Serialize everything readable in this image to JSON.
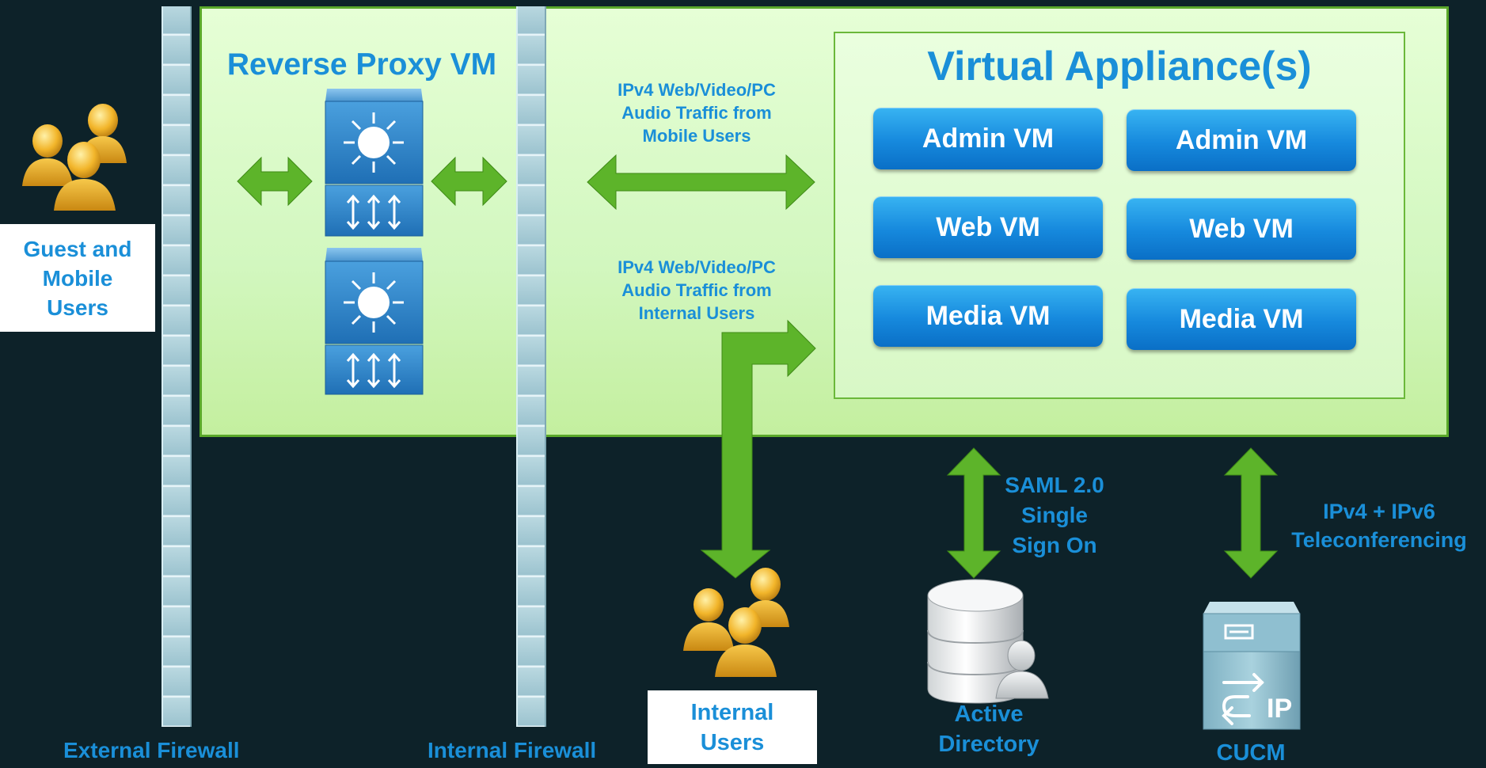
{
  "reverse_proxy_title": "Reverse Proxy VM",
  "virtual_appliance_title": "Virtual Appliance(s)",
  "vms": [
    {
      "label": "Admin VM"
    },
    {
      "label": "Admin VM"
    },
    {
      "label": "Web VM"
    },
    {
      "label": "Web VM"
    },
    {
      "label": "Media VM"
    },
    {
      "label": "Media VM"
    }
  ],
  "traffic_mobile": [
    "IPv4 Web/Video/PC",
    "Audio Traffic from",
    "Mobile Users"
  ],
  "traffic_internal": [
    "IPv4 Web/Video/PC",
    "Audio Traffic from",
    "Internal Users"
  ],
  "guest_users": [
    "Guest and",
    "Mobile",
    "Users"
  ],
  "internal_users": [
    "Internal",
    "Users"
  ],
  "saml": [
    "SAML 2.0",
    "Single",
    "Sign On"
  ],
  "teleconf": [
    "IPv4 + IPv6",
    "Teleconferencing"
  ],
  "active_directory": [
    "Active",
    "Directory"
  ],
  "cucm": "CUCM",
  "external_firewall": "External Firewall",
  "internal_firewall": "Internal Firewall",
  "colors": {
    "accent_blue": "#1a8fd8",
    "arrow_green": "#5db42a",
    "background": "#0d2229"
  }
}
